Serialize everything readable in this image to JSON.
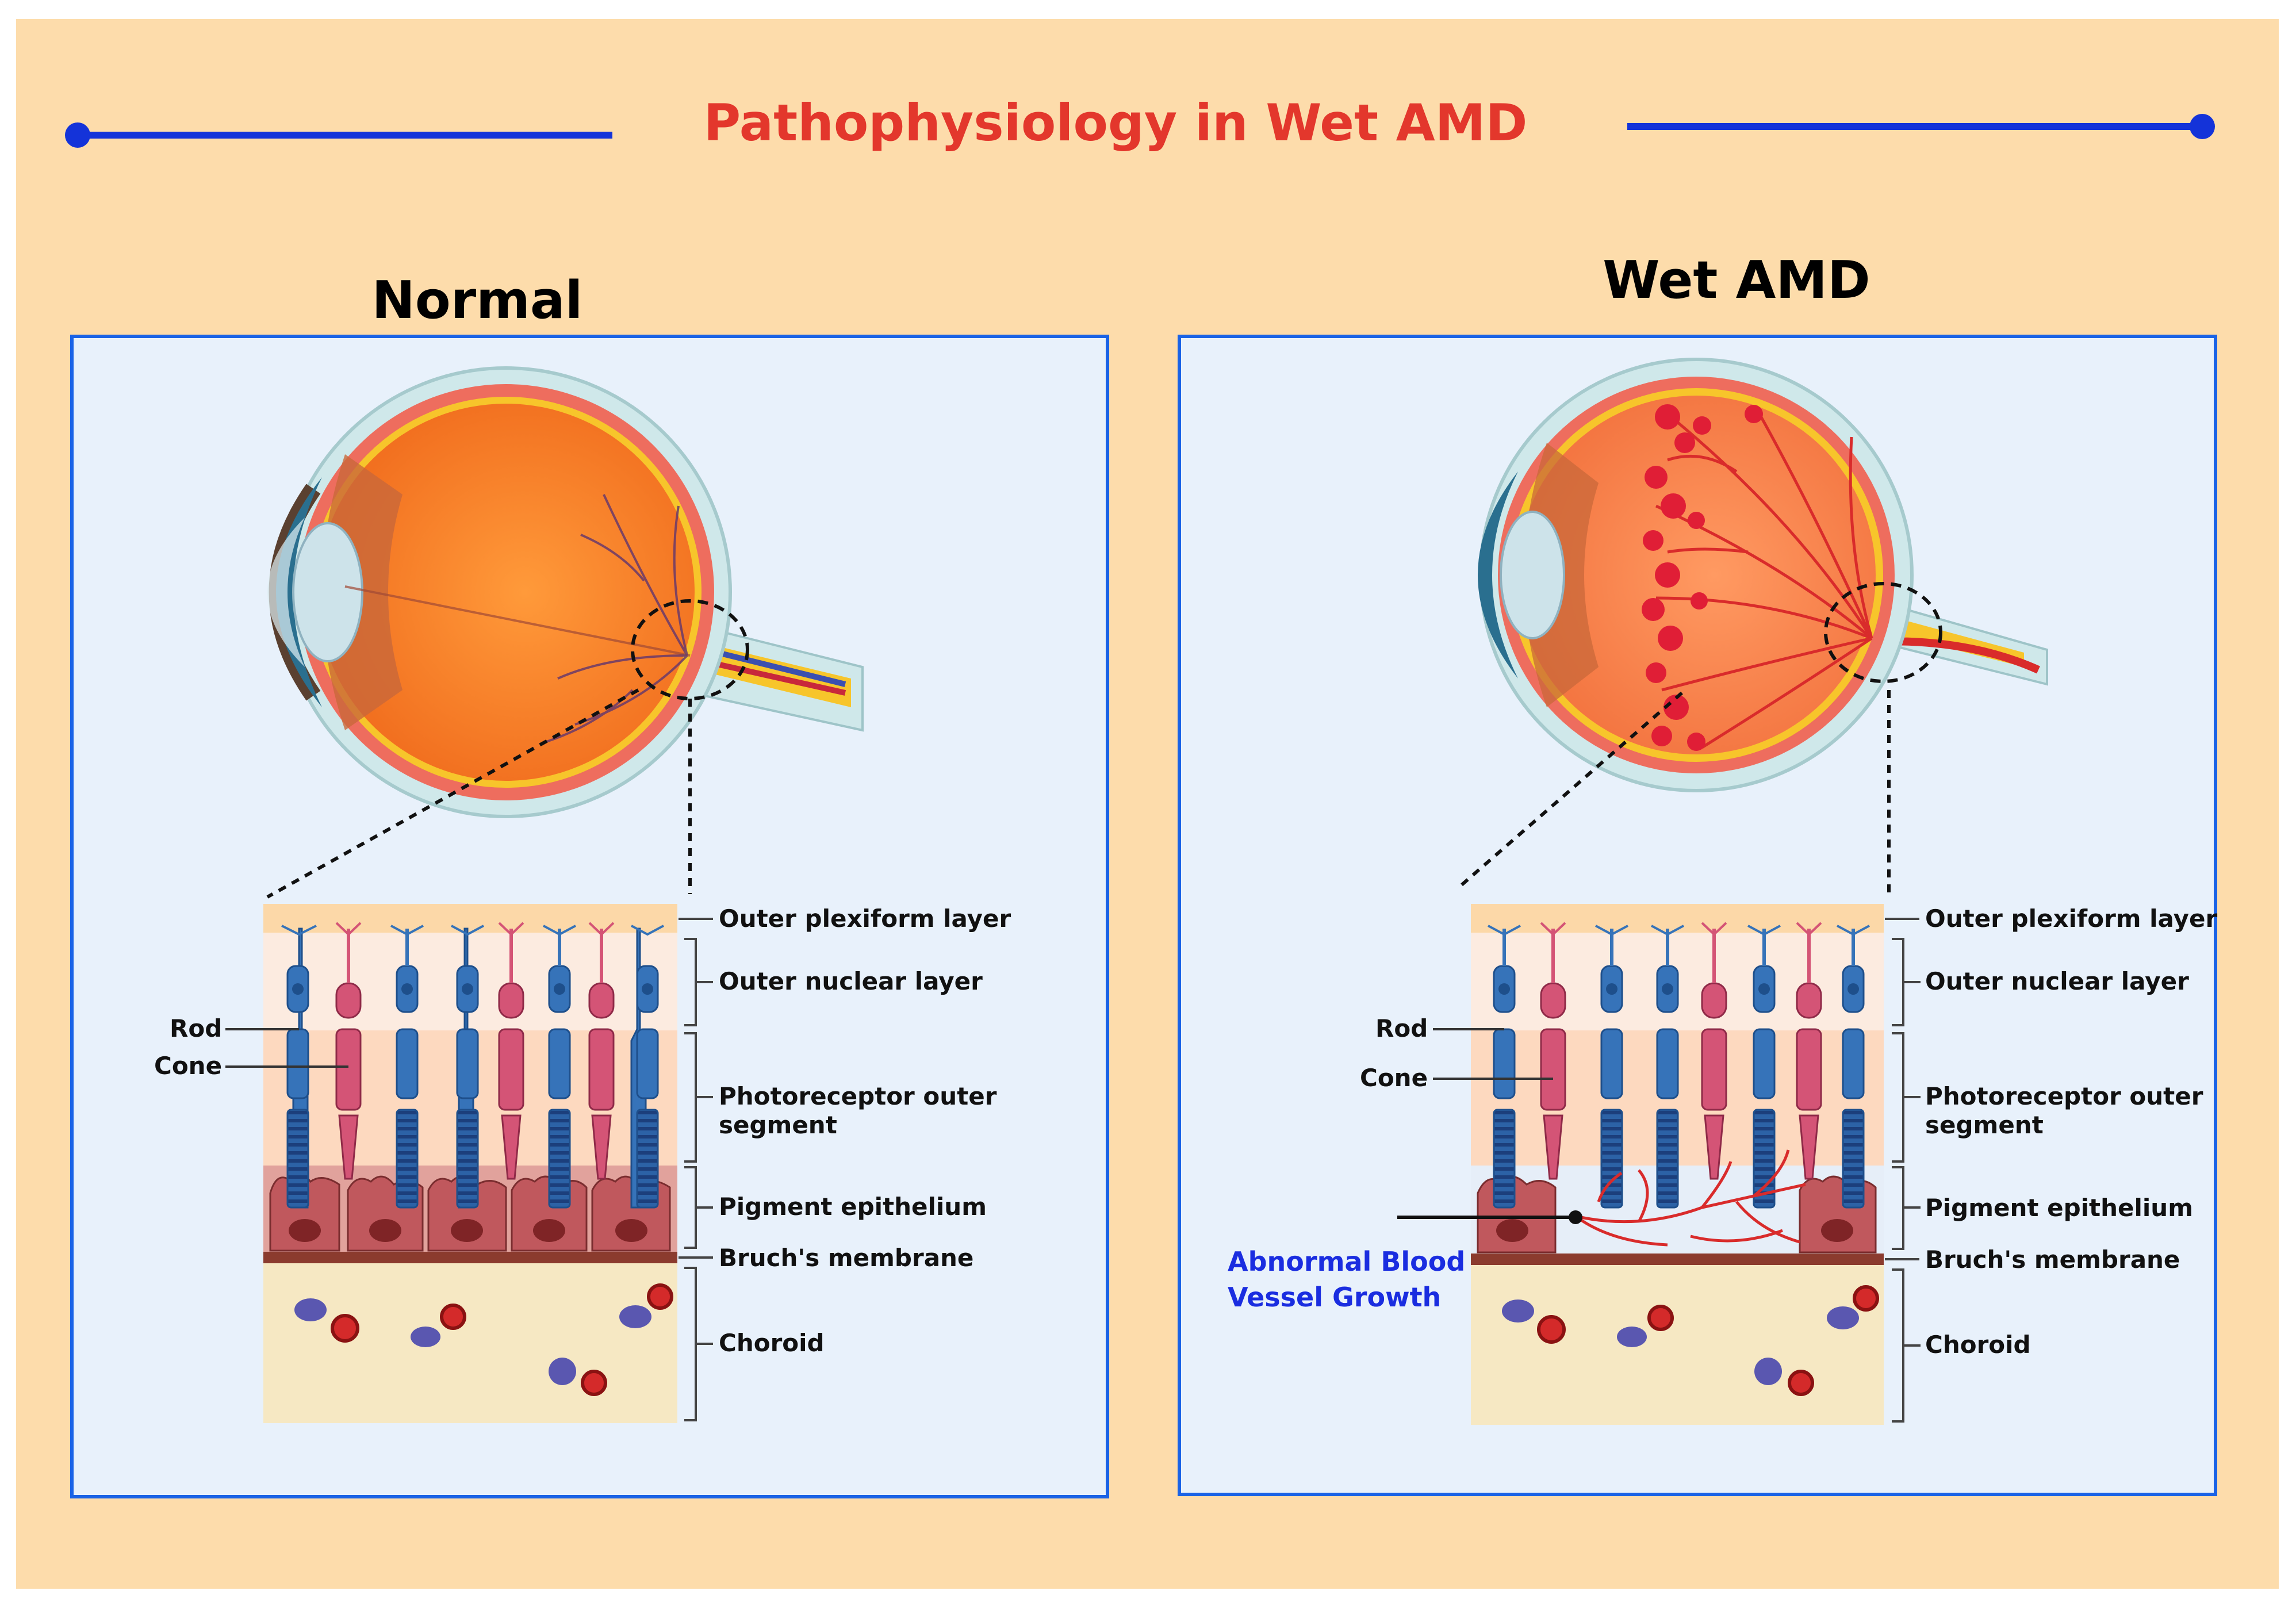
{
  "title": "Pathophysiology in Wet AMD",
  "normal": {
    "heading": "Normal",
    "cell_labels": {
      "rod": "Rod",
      "cone": "Cone"
    },
    "layers": {
      "outer_plexiform": "Outer plexiform layer",
      "outer_nuclear": "Outer nuclear layer",
      "photoreceptor": "Photoreceptor outer segment",
      "pigment": "Pigment epithelium",
      "bruch": "Bruch's membrane",
      "choroid": "Choroid"
    }
  },
  "wet": {
    "heading": "Wet AMD",
    "cell_labels": {
      "rod": "Rod",
      "cone": "Cone"
    },
    "vessel_label": "Abnormal Blood Vessel Growth",
    "layers": {
      "outer_plexiform": "Outer plexiform layer",
      "outer_nuclear": "Outer nuclear layer",
      "photoreceptor": "Photoreceptor outer segment",
      "pigment": "Pigment epithelium",
      "bruch": "Bruch's membrane",
      "choroid": "Choroid"
    }
  },
  "colors": {
    "background": "#fddcab",
    "panel": "#e8f1fb",
    "panel_border": "#1a63e6",
    "title": "#e3372c",
    "rod": "#3673b9",
    "cone": "#d45476",
    "vessel": "#d92b2b",
    "vessel_label": "#1a2de0"
  },
  "icons": [
    "eye-cross-section-icon",
    "retina-layers-icon",
    "blood-vessel-icon"
  ]
}
